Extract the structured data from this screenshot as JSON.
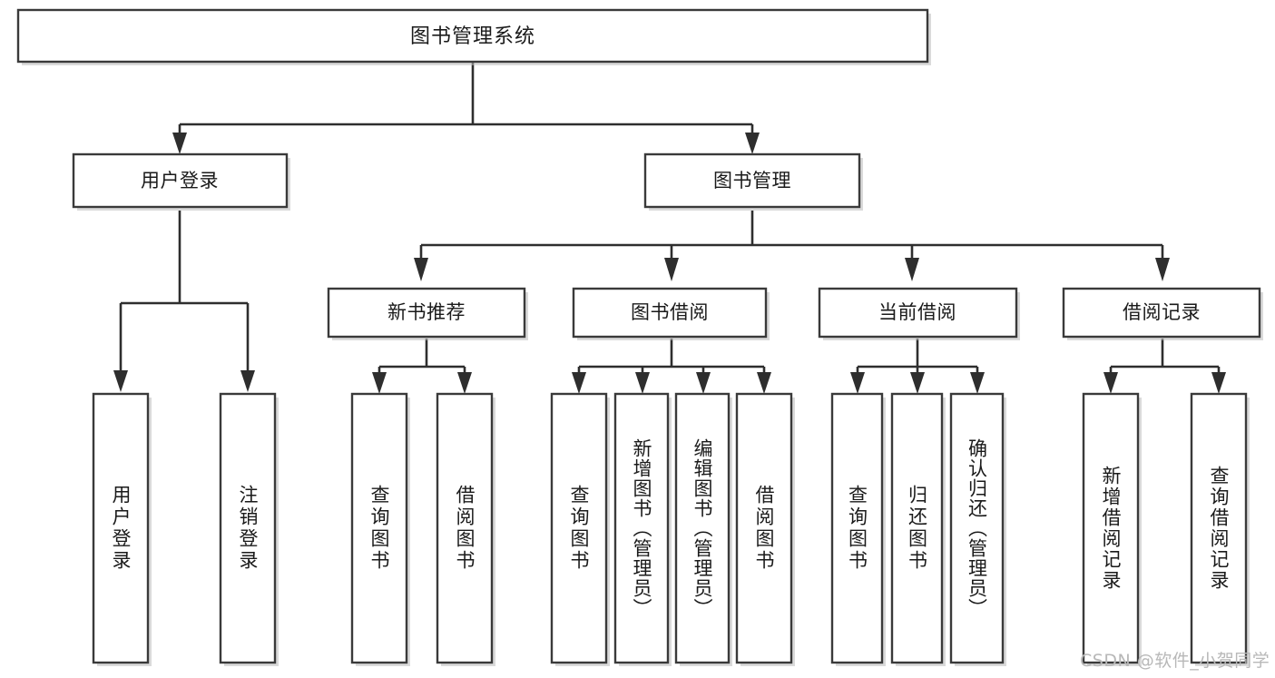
{
  "diagram": {
    "type": "tree-hierarchy",
    "orientation": "top-down",
    "background_color": "#ffffff",
    "box_border_color": "#3a3a3a",
    "connector_color": "#2e2e2e",
    "text_color": "#1a1a1a",
    "root": {
      "label": "图书管理系统"
    },
    "level2": [
      {
        "label": "用户登录"
      },
      {
        "label": "图书管理"
      }
    ],
    "level3": [
      {
        "label": "新书推荐"
      },
      {
        "label": "图书借阅"
      },
      {
        "label": "当前借阅"
      },
      {
        "label": "借阅记录"
      }
    ],
    "leaves": {
      "user_login": [
        {
          "label": "用户登录"
        },
        {
          "label": "注销登录"
        }
      ],
      "new_book_recommend": [
        {
          "label": "查询图书"
        },
        {
          "label": "借阅图书"
        }
      ],
      "book_borrow": [
        {
          "label": "查询图书"
        },
        {
          "label": "新增图书（管理员）"
        },
        {
          "label": "编辑图书（管理员）"
        },
        {
          "label": "借阅图书"
        }
      ],
      "current_borrow": [
        {
          "label": "查询图书"
        },
        {
          "label": "归还图书"
        },
        {
          "label": "确认归还（管理员）"
        }
      ],
      "borrow_record": [
        {
          "label": "新增借阅记录"
        },
        {
          "label": "查询借阅记录"
        }
      ]
    }
  },
  "watermark": {
    "text": "CSDN @软件_小贺同学",
    "color": "#b8b8b8"
  }
}
